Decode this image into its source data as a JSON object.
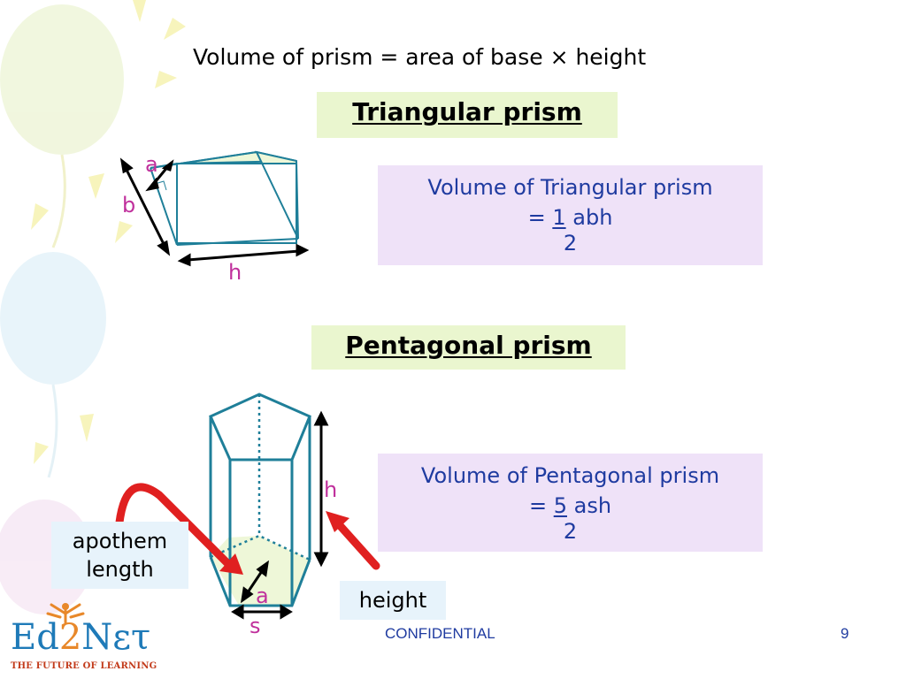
{
  "slide": {
    "headline": "Volume of prism = area of base × height",
    "page_number": "9",
    "footer": "CONFIDENTIAL"
  },
  "triangular": {
    "title": "Triangular prism",
    "label_a": "a",
    "label_b": "b",
    "label_h": "h",
    "formula_line1": "Volume of Triangular prism",
    "formula_eq": "=",
    "formula_numerator": "1",
    "formula_vars": "abh",
    "formula_denominator": "2"
  },
  "pentagonal": {
    "title": "Pentagonal prism",
    "label_h": "h",
    "label_a": "a",
    "label_s": "s",
    "formula_line1": "Volume of Pentagonal prism",
    "formula_eq": "=",
    "formula_numerator": "5",
    "formula_vars": "ash",
    "formula_denominator": "2",
    "callout_apothem": "apothem length",
    "callout_height": "height"
  },
  "logo": {
    "text_ed": "Ed",
    "text_2": "2",
    "text_net": "Nετ",
    "tagline": "THE FUTURE OF LEARNING"
  },
  "colors": {
    "title_bg": "#eaf6cf",
    "formula_bg": "#efe2f8",
    "formula_text": "#1f3ba0",
    "callout_bg": "#e7f3fb",
    "label_color": "#c0309c",
    "prism_stroke": "#1f7f99",
    "arrow_red": "#e02020"
  }
}
